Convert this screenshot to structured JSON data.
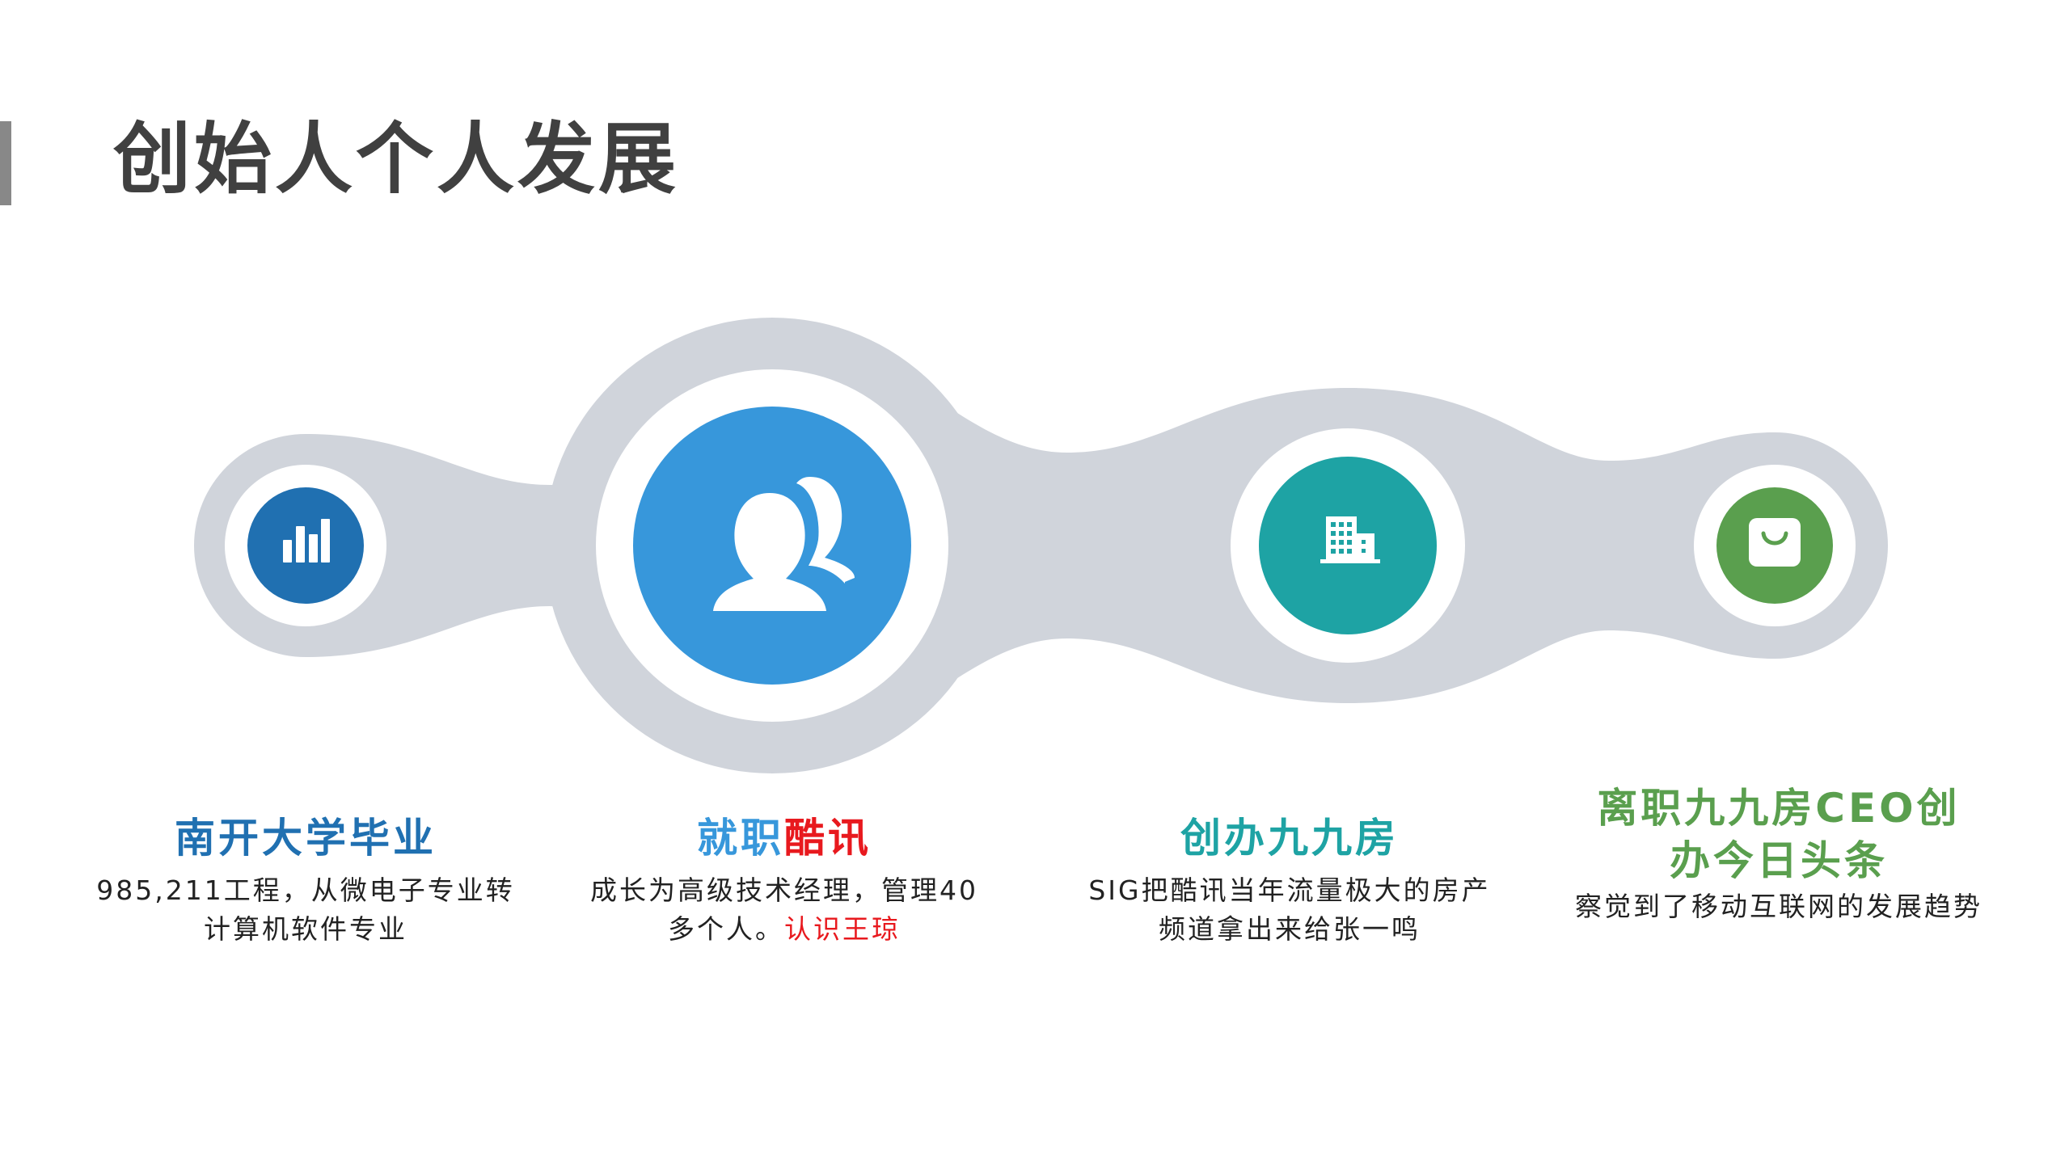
{
  "title": "创始人个人发展",
  "colors": {
    "track": "#d0d4db",
    "node1": "#2070b1",
    "node2": "#3797db",
    "node3": "#1ea3a4",
    "node4": "#5a9f4e",
    "highlight": "#e8191e"
  },
  "nodes": [
    {
      "icon": "bar-chart-icon",
      "heading": "南开大学毕业",
      "desc_lines": [
        "985,211工程，从微电子专业转",
        "计算机软件专业"
      ]
    },
    {
      "icon": "users-icon",
      "heading_prefix": "就职",
      "heading_highlight": "酷讯",
      "desc_line1": "成长为高级技术经理，管理40",
      "desc_line2_prefix": "多个人。",
      "desc_line2_highlight": "认识王琼"
    },
    {
      "icon": "building-icon",
      "heading": "创办九九房",
      "desc_lines": [
        "SIG把酷讯当年流量极大的房产",
        "频道拿出来给张一鸣"
      ]
    },
    {
      "icon": "shopping-bag-icon",
      "heading_lines": [
        "离职九九房CEO创",
        "办今日头条"
      ],
      "desc_lines": [
        "察觉到了移动互联网的发展趋势"
      ]
    }
  ]
}
